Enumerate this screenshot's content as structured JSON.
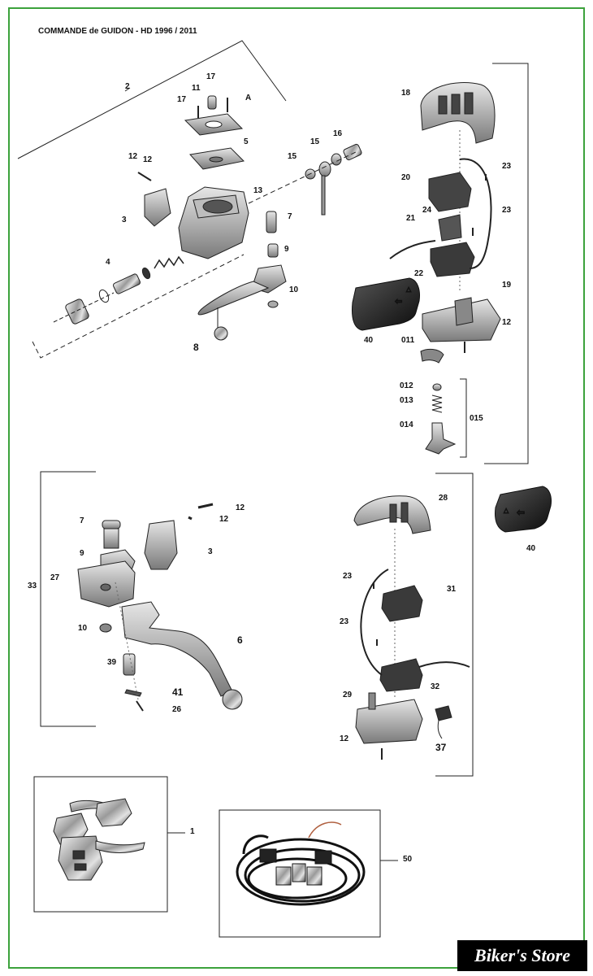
{
  "title": "COMMANDE de GUIDON - HD 1996 / 2011",
  "brand": "Biker's Store",
  "labels": {
    "l2": "2",
    "l17a": "17",
    "l11": "11",
    "l17b": "17",
    "lA": "A",
    "l5": "5",
    "l16": "16",
    "l15a": "15",
    "l15b": "15",
    "l12a": "12",
    "l12b": "12",
    "l13": "13",
    "l3a": "3",
    "l7a": "7",
    "l9a": "9",
    "l4": "4",
    "l10a": "10",
    "l8": "8",
    "l18": "18",
    "l23a": "23",
    "l20": "20",
    "l24": "24",
    "l23b": "23",
    "l21": "21",
    "l22": "22",
    "l19": "19",
    "l40a": "40",
    "l12c": "12",
    "l011": "011",
    "l012": "012",
    "l013": "013",
    "l014": "014",
    "l015": "015",
    "l28": "28",
    "l40b": "40",
    "l12d": "12",
    "l12e": "12",
    "l7b": "7",
    "l9b": "9",
    "l3b": "3",
    "l27": "27",
    "l33": "33",
    "l23c": "23",
    "l31": "31",
    "l23d": "23",
    "l10b": "10",
    "l6": "6",
    "l39": "39",
    "l32": "32",
    "l41": "41",
    "l26": "26",
    "l29": "29",
    "l12f": "12",
    "l37": "37",
    "l1": "1",
    "l50": "50"
  }
}
